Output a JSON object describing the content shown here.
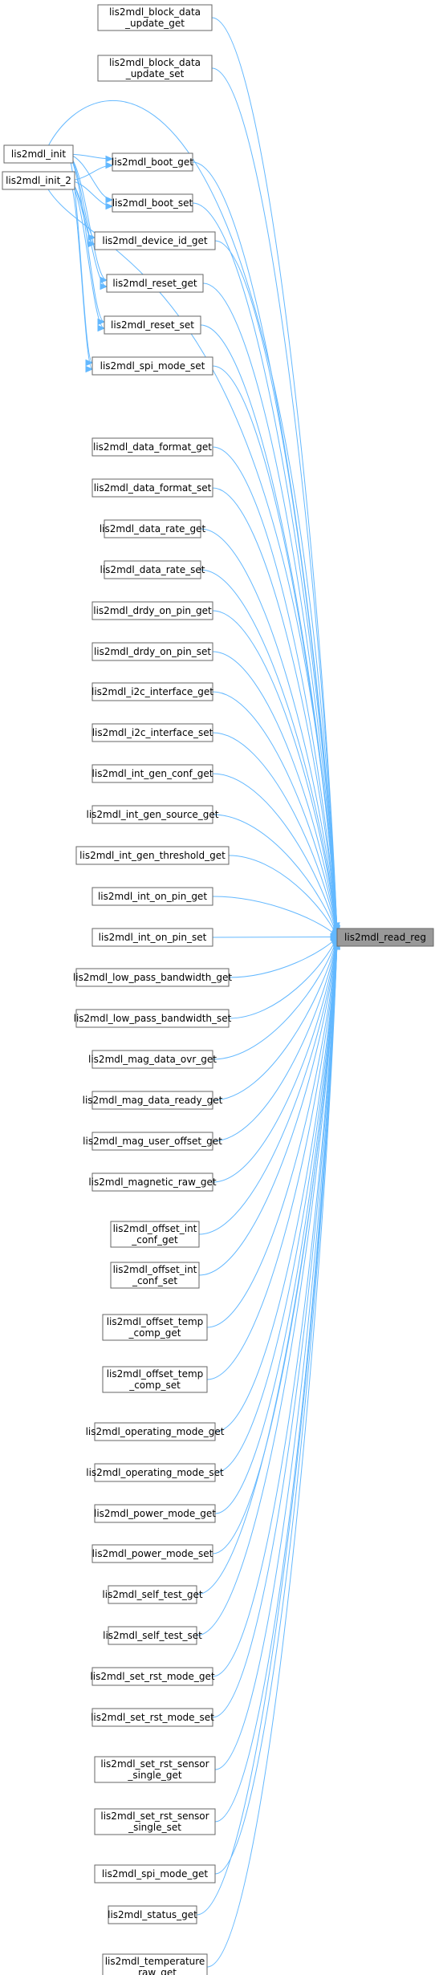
{
  "target": "lis2mdl_read_reg",
  "callers_left": [
    "lis2mdl_init",
    "lis2mdl_init_2"
  ],
  "middle": [
    [
      "lis2mdl_block_data",
      "_update_get"
    ],
    [
      "lis2mdl_block_data",
      "_update_set"
    ],
    [
      "lis2mdl_boot_get"
    ],
    [
      "lis2mdl_boot_set"
    ],
    [
      "lis2mdl_device_id_get"
    ],
    [
      "lis2mdl_reset_get"
    ],
    [
      "lis2mdl_reset_set"
    ],
    [
      "lis2mdl_spi_mode_set"
    ],
    [
      "lis2mdl_data_format_get"
    ],
    [
      "lis2mdl_data_format_set"
    ],
    [
      "lis2mdl_data_rate_get"
    ],
    [
      "lis2mdl_data_rate_set"
    ],
    [
      "lis2mdl_drdy_on_pin_get"
    ],
    [
      "lis2mdl_drdy_on_pin_set"
    ],
    [
      "lis2mdl_i2c_interface_get"
    ],
    [
      "lis2mdl_i2c_interface_set"
    ],
    [
      "lis2mdl_int_gen_conf_get"
    ],
    [
      "lis2mdl_int_gen_source_get"
    ],
    [
      "lis2mdl_int_gen_threshold_get"
    ],
    [
      "lis2mdl_int_on_pin_get"
    ],
    [
      "lis2mdl_int_on_pin_set"
    ],
    [
      "lis2mdl_low_pass_bandwidth_get"
    ],
    [
      "lis2mdl_low_pass_bandwidth_set"
    ],
    [
      "lis2mdl_mag_data_ovr_get"
    ],
    [
      "lis2mdl_mag_data_ready_get"
    ],
    [
      "lis2mdl_mag_user_offset_get"
    ],
    [
      "lis2mdl_magnetic_raw_get"
    ],
    [
      "lis2mdl_offset_int",
      "_conf_get"
    ],
    [
      "lis2mdl_offset_int",
      "_conf_set"
    ],
    [
      "lis2mdl_offset_temp",
      "_comp_get"
    ],
    [
      "lis2mdl_offset_temp",
      "_comp_set"
    ],
    [
      "lis2mdl_operating_mode_get"
    ],
    [
      "lis2mdl_operating_mode_set"
    ],
    [
      "lis2mdl_power_mode_get"
    ],
    [
      "lis2mdl_power_mode_set"
    ],
    [
      "lis2mdl_self_test_get"
    ],
    [
      "lis2mdl_self_test_set"
    ],
    [
      "lis2mdl_set_rst_mode_get"
    ],
    [
      "lis2mdl_set_rst_mode_set"
    ],
    [
      "lis2mdl_set_rst_sensor",
      "_single_get"
    ],
    [
      "lis2mdl_set_rst_sensor",
      "_single_set"
    ],
    [
      "lis2mdl_spi_mode_get"
    ],
    [
      "lis2mdl_status_get"
    ],
    [
      "lis2mdl_temperature",
      "_raw_get"
    ]
  ],
  "colors": {
    "edge": "#63b8ff",
    "node_border": "#666666",
    "target_fill": "#999999"
  }
}
